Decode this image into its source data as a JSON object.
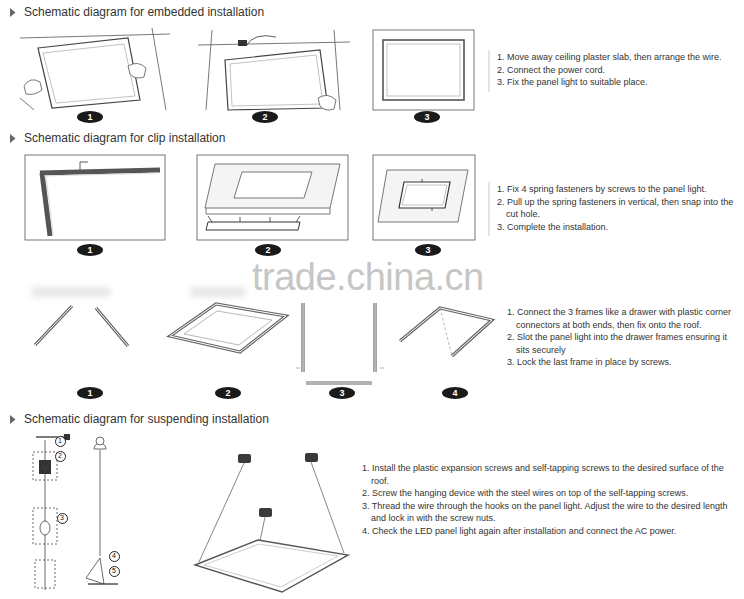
{
  "diagram": {
    "nodes": [
      {
        "text": [
          "1"
        ]
      },
      {
        "text": [
          "2"
        ]
      },
      {
        "text": [
          "3"
        ]
      },
      {
        "text": [
          "1"
        ]
      },
      {
        "text": [
          "2"
        ]
      },
      {
        "text": [
          "3"
        ]
      },
      {
        "text": [
          "1"
        ]
      },
      {
        "text": [
          "2"
        ]
      },
      {
        "text": [
          "3"
        ]
      },
      {
        "text": [
          "4"
        ]
      },
      {
        "text": [
          "1"
        ]
      },
      {
        "text": [
          "2"
        ]
      },
      {
        "text": [
          "3"
        ]
      },
      {
        "text": [
          "4"
        ]
      },
      {
        "text": [
          "5"
        ]
      }
    ],
    "labels": [
      "Schematic diagram for embedded installation",
      "1. Move away ceiling plaster slab, then arrange the wire.",
      "2. Connect the power cord.",
      "3. Fix the panel light to suitable place.",
      "Schematic diagram for clip installation",
      "1. Fix 4 spring fasteners by screws to the panel light.",
      "2. Pull up the spring fasteners in vertical, then snap into the cut hole.",
      "3. Complete the installation.",
      "trade.china.cn",
      "1. Connect the 3 frames like a drawer with plastic corner connectors at both ends, then fix onto the roof.",
      "2. Slot the panel light into the drawer frames ensuring it sits securely",
      "3. Lock the last frame in place by screws.",
      "Schematic diagram for suspending installation",
      "1. Install the plastic expansion screws and self-tapping screws to the desired surface of the roof.",
      "2. Screw the hanging device with the steel wires on top of the self-tapping screws.",
      "3. Thread the wire through the hooks on the panel light. Adjust the wire to the desired length and lock in with the screw nuts.",
      "4. Check the LED panel light again after installation and connect the AC power."
    ]
  }
}
